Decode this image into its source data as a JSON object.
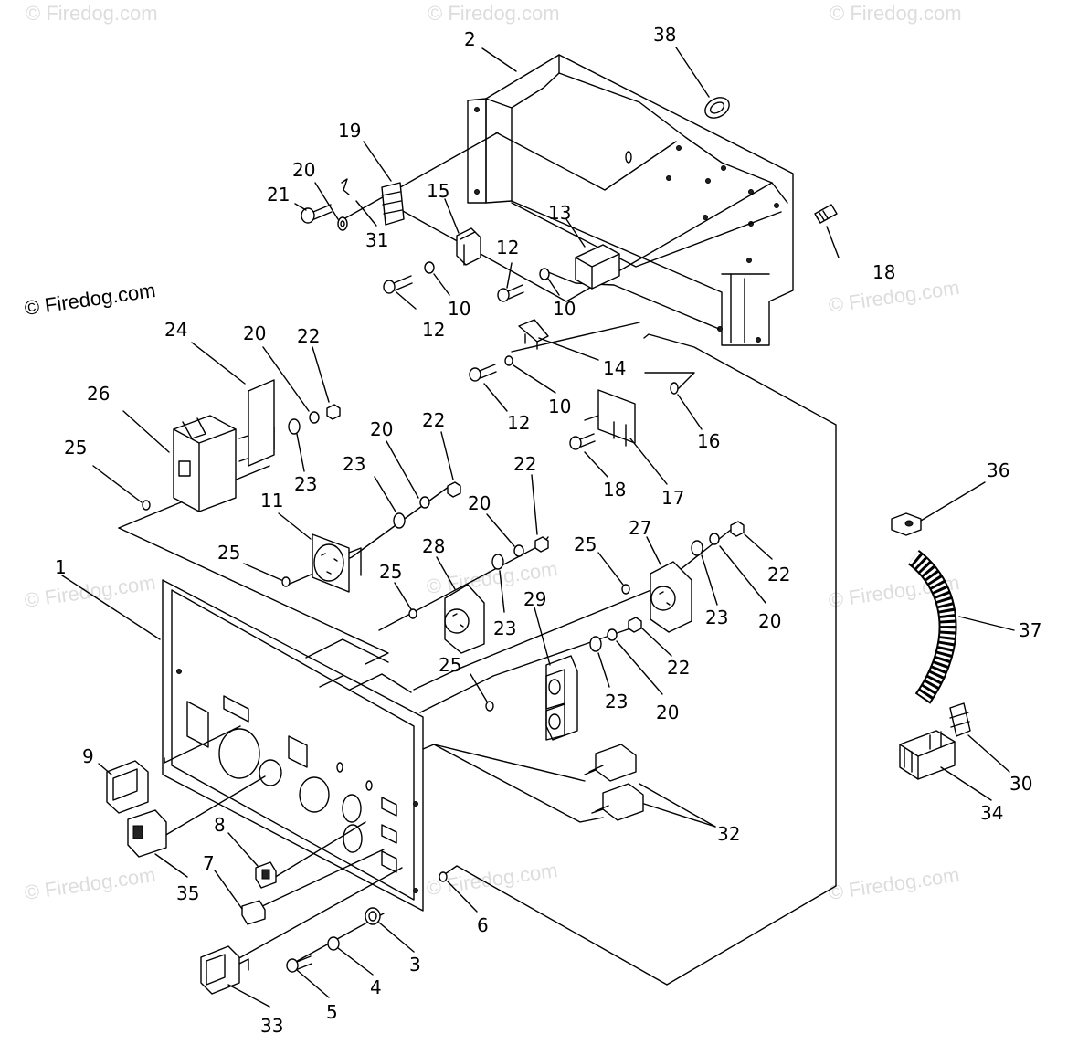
{
  "copyright": "© Firedog.com",
  "watermark": "© Firedog.com",
  "callouts": [
    "1",
    "2",
    "3",
    "4",
    "5",
    "6",
    "7",
    "8",
    "9",
    "10",
    "10",
    "10",
    "11",
    "12",
    "12",
    "12",
    "13",
    "14",
    "15",
    "16",
    "17",
    "18",
    "18",
    "19",
    "20",
    "20",
    "20",
    "20",
    "20",
    "20",
    "21",
    "22",
    "22",
    "22",
    "22",
    "22",
    "23",
    "23",
    "23",
    "23",
    "23",
    "24",
    "25",
    "25",
    "25",
    "25",
    "25",
    "26",
    "27",
    "28",
    "29",
    "30",
    "31",
    "32",
    "33",
    "34",
    "35",
    "36",
    "37",
    "38"
  ]
}
